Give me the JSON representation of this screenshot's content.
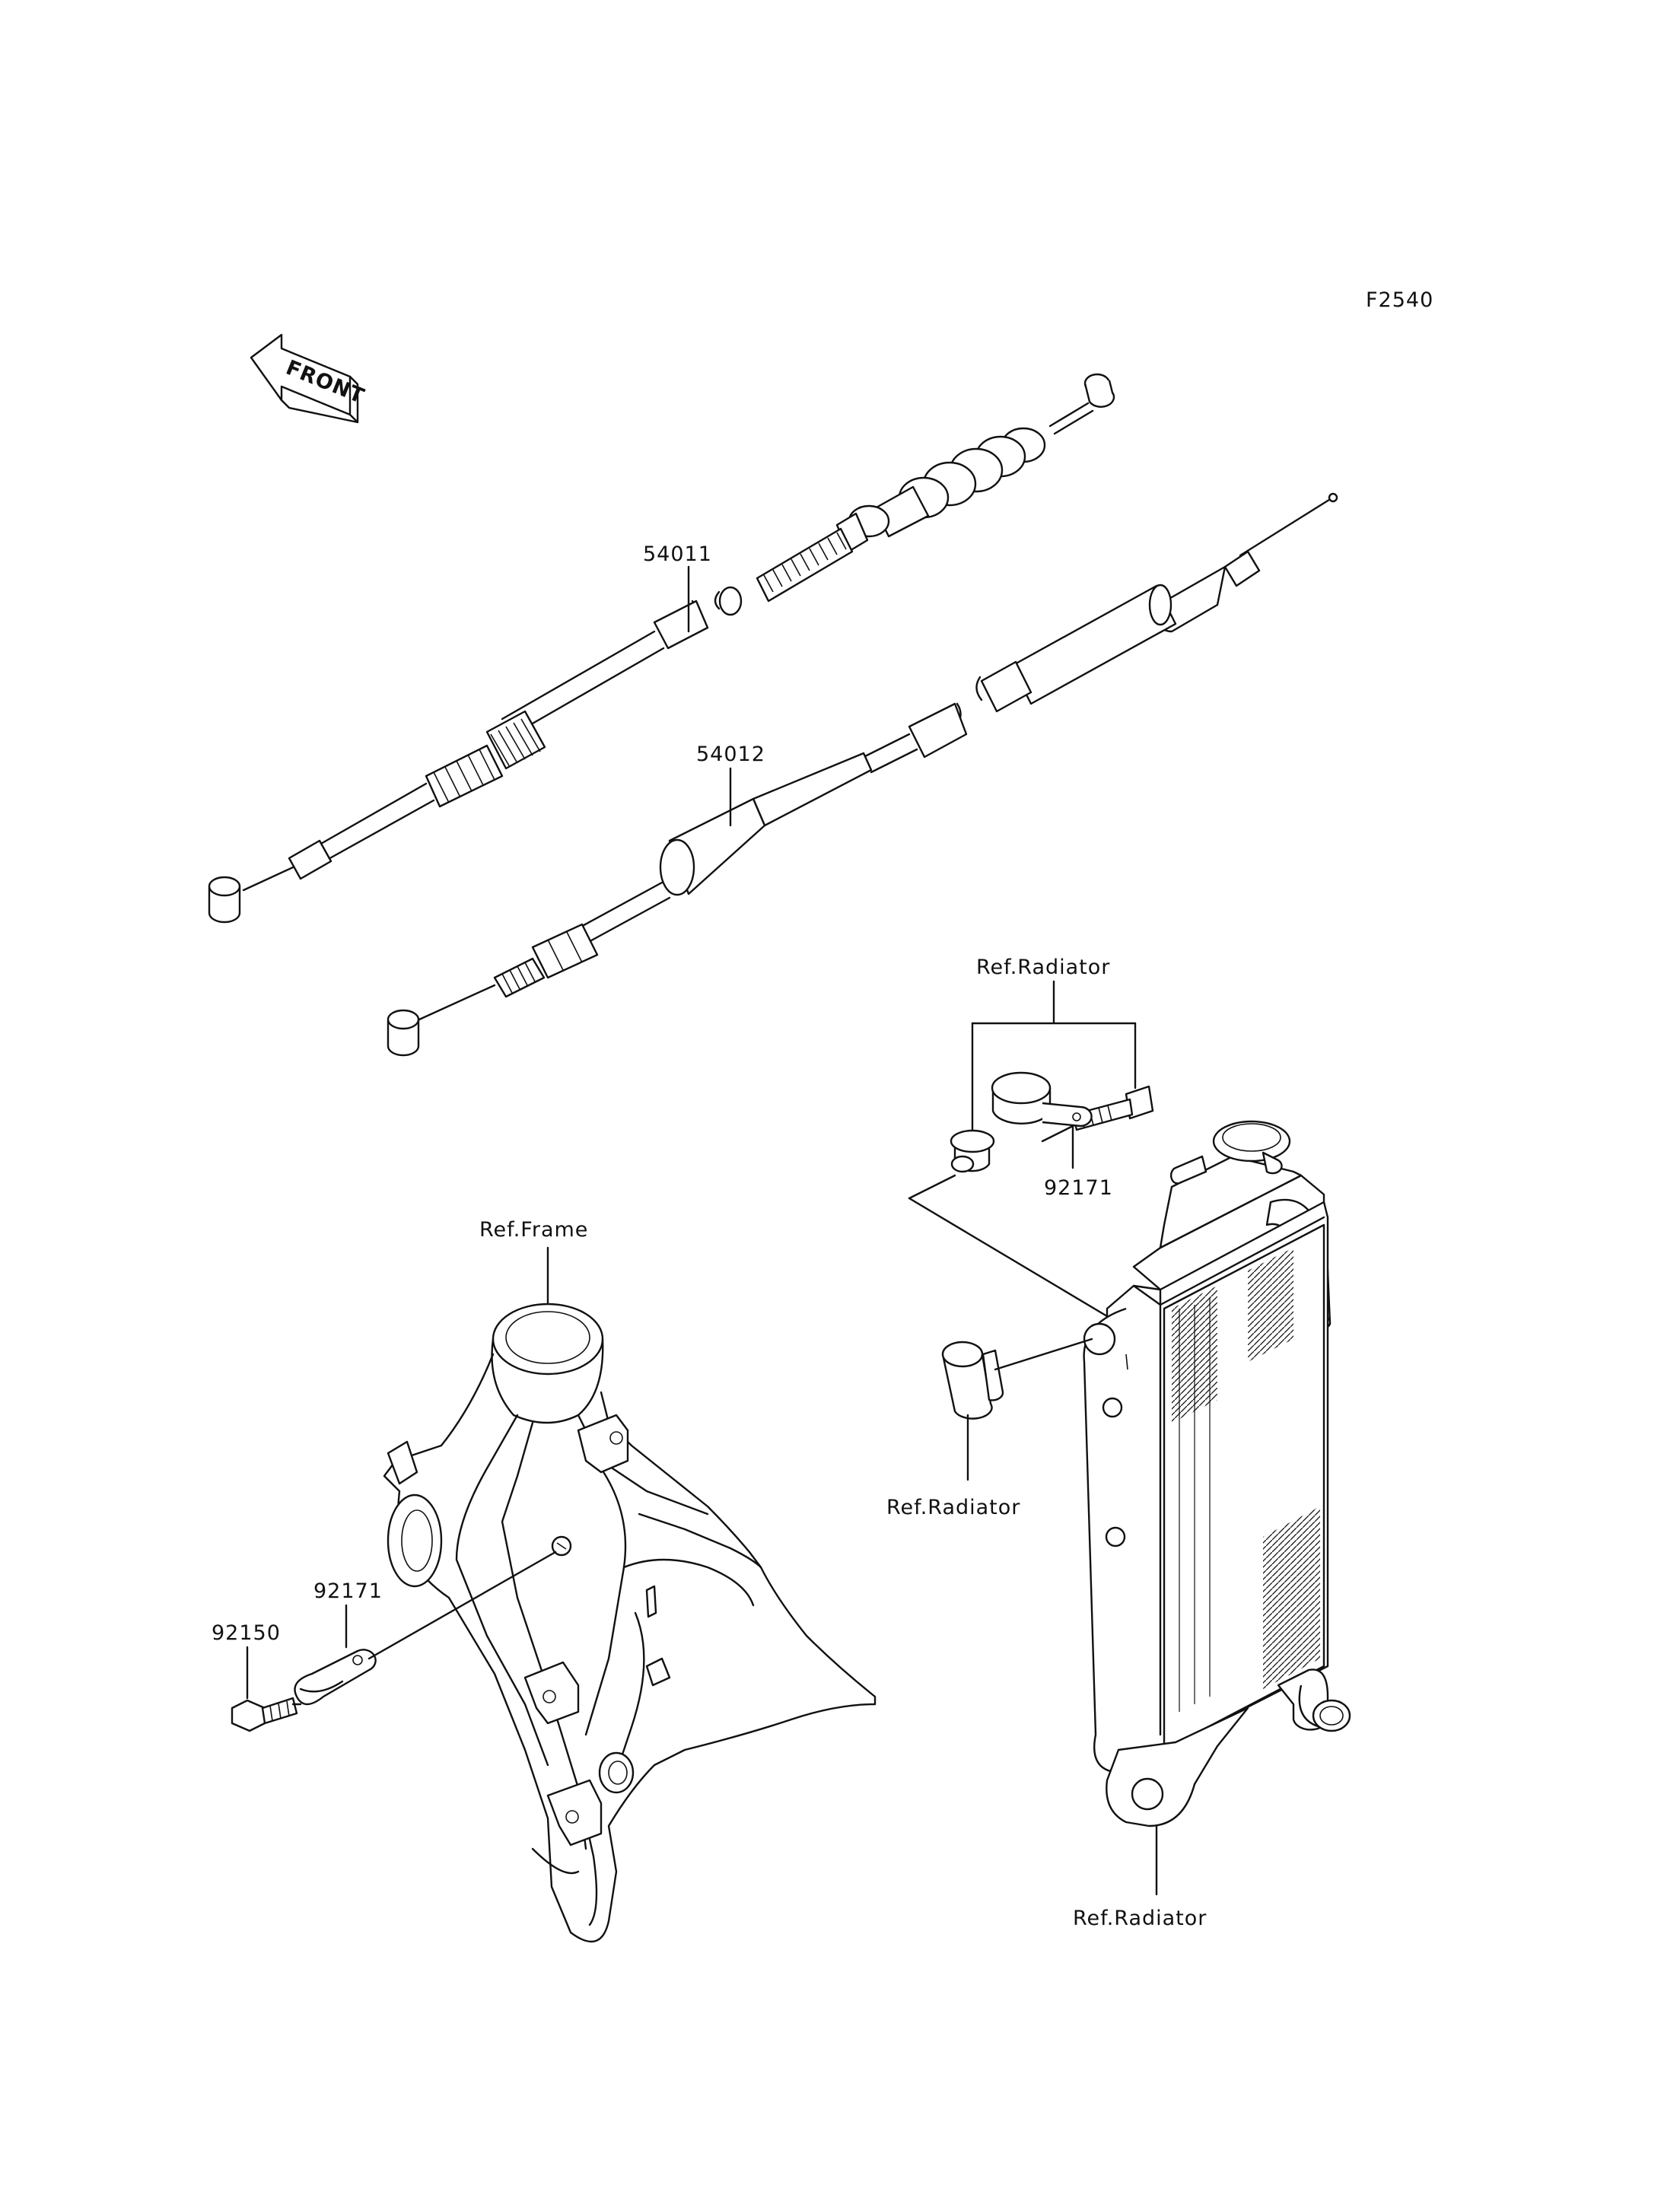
{
  "diagram_code": "F2540",
  "front_arrow_text": "FRONT",
  "labels": {
    "cable_upper": "54011",
    "cable_lower": "54012",
    "ref_radiator_top": "Ref.Radiator",
    "clamp_right": "92171",
    "ref_frame": "Ref.Frame",
    "ref_radiator_grommet": "Ref.Radiator",
    "clamp_left": "92171",
    "bolt_left": "92150",
    "ref_radiator_bottom": "Ref.Radiator"
  }
}
